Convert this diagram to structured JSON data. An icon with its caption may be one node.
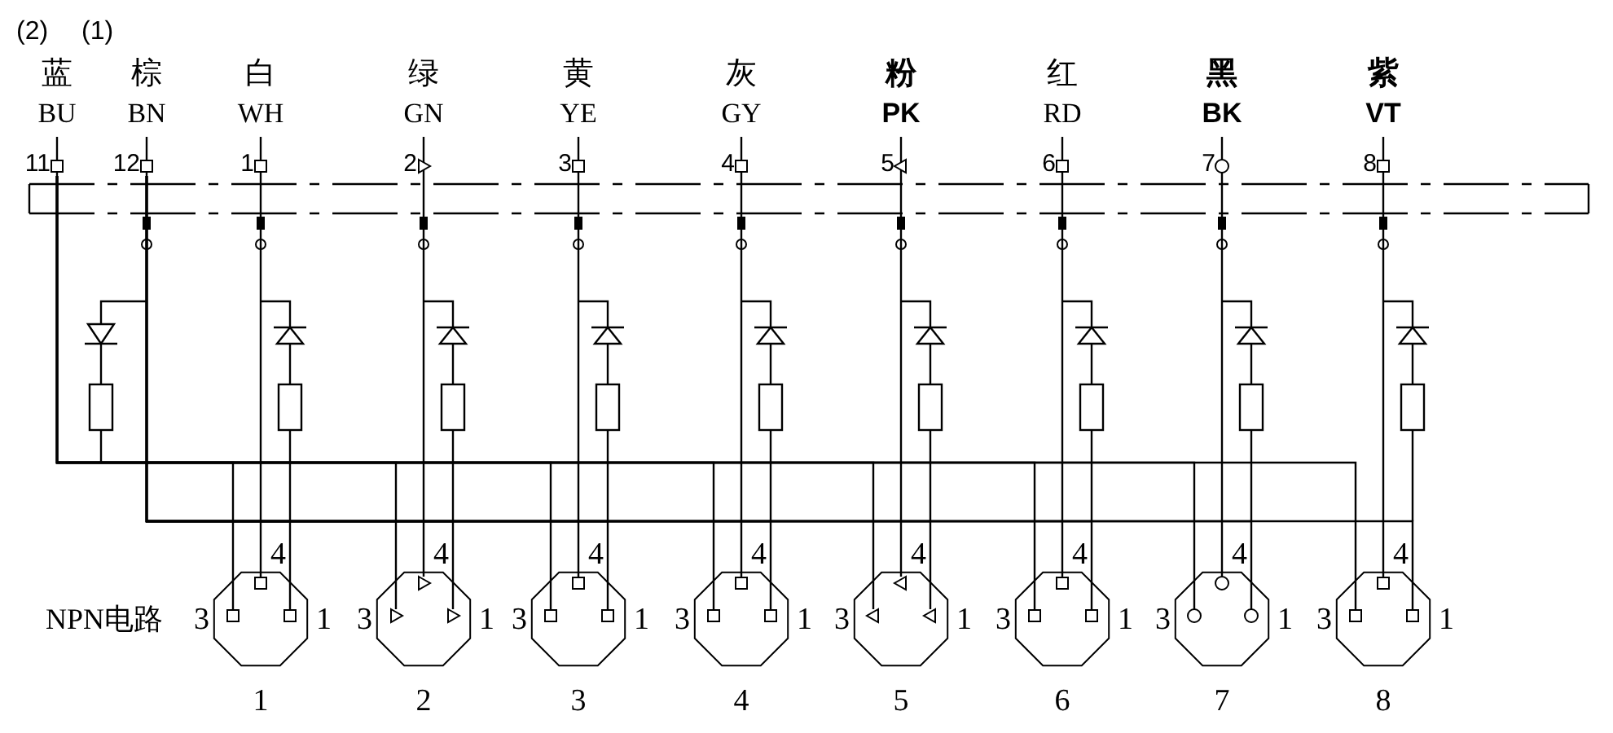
{
  "diagram": {
    "nodes": [
      {
        "text": [
          "蓝",
          "BU",
          "11"
        ]
      },
      {
        "text": [
          "棕",
          "BN",
          "12"
        ]
      },
      {
        "text": [
          "白",
          "WH",
          "1"
        ]
      },
      {
        "text": [
          "绿",
          "GN",
          "2"
        ]
      },
      {
        "text": [
          "黄",
          "YE",
          "3"
        ]
      },
      {
        "text": [
          "灰",
          "GY",
          "4"
        ]
      },
      {
        "text": [
          "粉",
          "PK",
          "5"
        ]
      },
      {
        "text": [
          "红",
          "RD",
          "6"
        ]
      },
      {
        "text": [
          "黑",
          "BK",
          "7"
        ]
      },
      {
        "text": [
          "紫",
          "VT",
          "8"
        ]
      },
      {
        "text": [
          "4",
          "3",
          "1"
        ],
        "beside": [
          "1"
        ]
      },
      {
        "text": [
          "4",
          "3",
          "1"
        ],
        "beside": [
          "2"
        ]
      },
      {
        "text": [
          "4",
          "3",
          "1"
        ],
        "beside": [
          "3"
        ]
      },
      {
        "text": [
          "4",
          "3",
          "1"
        ],
        "beside": [
          "4"
        ]
      },
      {
        "text": [
          "4",
          "3",
          "1"
        ],
        "beside": [
          "5"
        ]
      },
      {
        "text": [
          "4",
          "3",
          "1"
        ],
        "beside": [
          "6"
        ]
      },
      {
        "text": [
          "4",
          "3",
          "1"
        ],
        "beside": [
          "7"
        ]
      },
      {
        "text": [
          "4",
          "3",
          "1"
        ],
        "beside": [
          "8"
        ]
      }
    ],
    "edges": [
      {
        "from": 2,
        "to": 10,
        "arrow": "none"
      },
      {
        "from": 3,
        "to": 11,
        "arrow": "none"
      },
      {
        "from": 4,
        "to": 12,
        "arrow": "none"
      },
      {
        "from": 5,
        "to": 13,
        "arrow": "none"
      },
      {
        "from": 6,
        "to": 14,
        "arrow": "none"
      },
      {
        "from": 7,
        "to": 15,
        "arrow": "none"
      },
      {
        "from": 8,
        "to": 16,
        "arrow": "none"
      },
      {
        "from": 9,
        "to": 17,
        "arrow": "none"
      },
      {
        "from": 0,
        "to": 10,
        "arrow": "none"
      },
      {
        "from": 0,
        "to": 11,
        "arrow": "none"
      },
      {
        "from": 0,
        "to": 12,
        "arrow": "none"
      },
      {
        "from": 0,
        "to": 13,
        "arrow": "none"
      },
      {
        "from": 0,
        "to": 14,
        "arrow": "none"
      },
      {
        "from": 0,
        "to": 15,
        "arrow": "none"
      },
      {
        "from": 0,
        "to": 16,
        "arrow": "none"
      },
      {
        "from": 0,
        "to": 17,
        "arrow": "none"
      },
      {
        "from": 1,
        "to": 10,
        "arrow": "none"
      },
      {
        "from": 1,
        "to": 11,
        "arrow": "none"
      },
      {
        "from": 1,
        "to": 12,
        "arrow": "none"
      },
      {
        "from": 1,
        "to": 13,
        "arrow": "none"
      },
      {
        "from": 1,
        "to": 14,
        "arrow": "none"
      },
      {
        "from": 1,
        "to": 15,
        "arrow": "none"
      },
      {
        "from": 1,
        "to": 16,
        "arrow": "none"
      },
      {
        "from": 1,
        "to": 17,
        "arrow": "none"
      }
    ],
    "labels": [
      "(2)",
      "(1)",
      "NPN电路"
    ]
  }
}
